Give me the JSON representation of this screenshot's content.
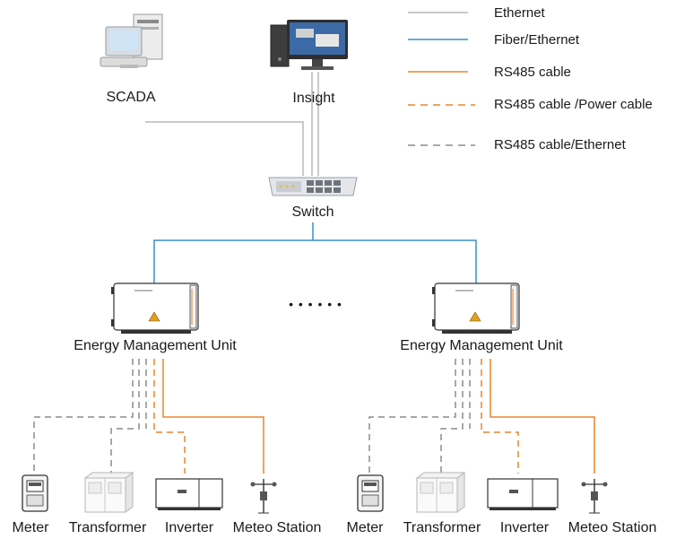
{
  "legend": [
    {
      "label": "Ethernet",
      "color": "#b5b5b5",
      "style": "solid"
    },
    {
      "label": "Fiber/Ethernet",
      "color": "#3a8fc4",
      "style": "solid"
    },
    {
      "label": "RS485 cable",
      "color": "#e8862c",
      "style": "solid"
    },
    {
      "label": "RS485 cable /Power cable",
      "color": "#e8862c",
      "style": "dashed"
    },
    {
      "label": "RS485 cable/Ethernet",
      "color": "#8c8c8c",
      "style": "dashed"
    }
  ],
  "nodes": {
    "scada": "SCADA",
    "insight": "Insight",
    "switch": "Switch",
    "ellipsis": "• • • • • •",
    "emu_left": "Energy Management Unit",
    "emu_right": "Energy Management Unit"
  },
  "devices_left": [
    "Meter",
    "Transformer",
    "Inverter",
    "Meteo Station"
  ],
  "devices_right": [
    "Meter",
    "Transformer",
    "Inverter",
    "Meteo Station"
  ]
}
